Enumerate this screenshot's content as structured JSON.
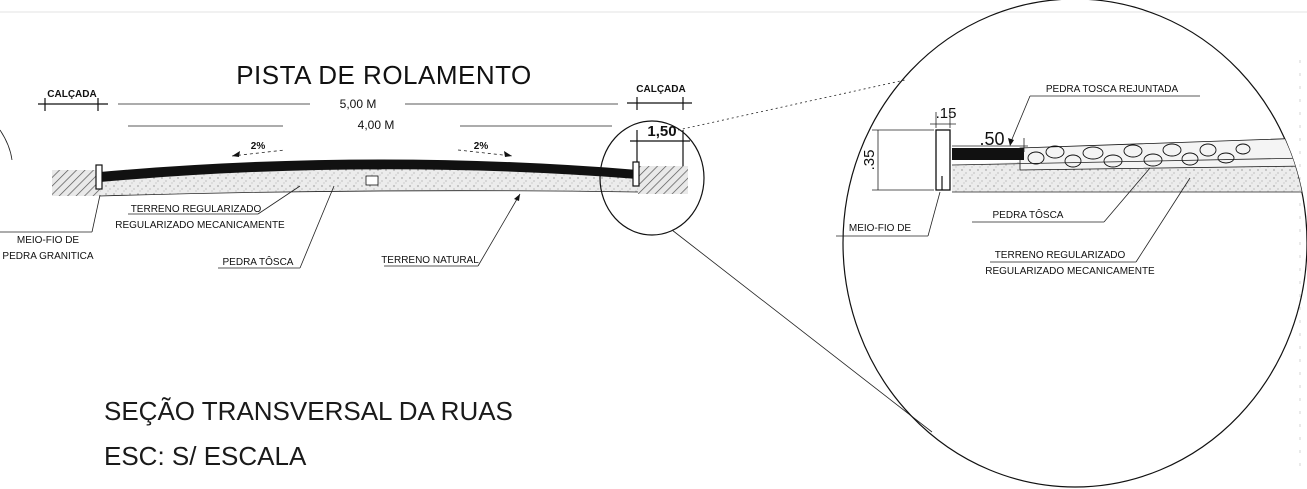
{
  "section": {
    "title": "PISTA DE ROLAMENTO",
    "sidewalk_left": "CALÇADA",
    "sidewalk_right": "CALÇADA",
    "total_width": "5,00 M",
    "road_width": "4,00 M",
    "sidewalk_width": "1,50",
    "slope_left": "2%",
    "slope_right": "2%",
    "labels": {
      "curb_line1": "MEIO-FIO DE",
      "curb_line2": "PEDRA GRANITICA",
      "terrain_reg_line1": "TERRENO REGULARIZADO",
      "terrain_reg_line2": "REGULARIZADO MECANICAMENTE",
      "stone": "PEDRA TÔSCA",
      "natural_terrain": "TERRENO NATURAL"
    }
  },
  "detail": {
    "curb_width": ".15",
    "curb_height": ".35",
    "top_dim": ".50",
    "grouted_stone": "PEDRA TOSCA REJUNTADA",
    "curb_label": "MEIO-FIO DE",
    "stone": "PEDRA TÔSCA",
    "terrain_line1": "TERRENO REGULARIZADO",
    "terrain_line2": "REGULARIZADO MECANICAMENTE"
  },
  "caption": {
    "title": "SEÇÃO TRANSVERSAL DA RUAS",
    "scale": "ESC: S/ ESCALA"
  }
}
